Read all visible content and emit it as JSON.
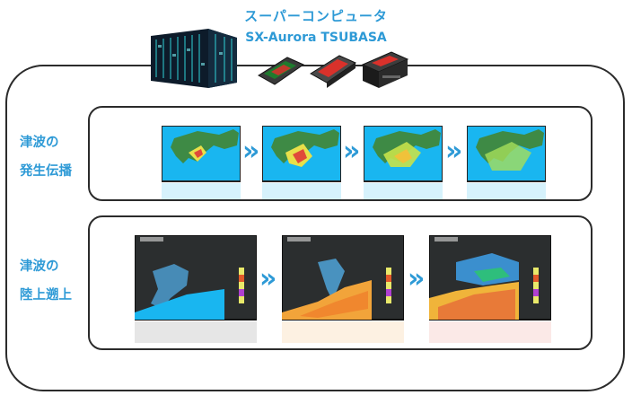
{
  "header": {
    "title_ja": "スーパーコンピュータ",
    "title_en": "SX-Aurora TSUBASA"
  },
  "sections": [
    {
      "label_line1": "津波の",
      "label_line2": "発生伝播"
    },
    {
      "label_line1": "津波の",
      "label_line2": "陸上遡上"
    }
  ],
  "icons": {
    "arrow": "»"
  },
  "colors": {
    "accent": "#2e9ad6",
    "sea": "#19b6f0",
    "border": "#2b2b2b"
  }
}
